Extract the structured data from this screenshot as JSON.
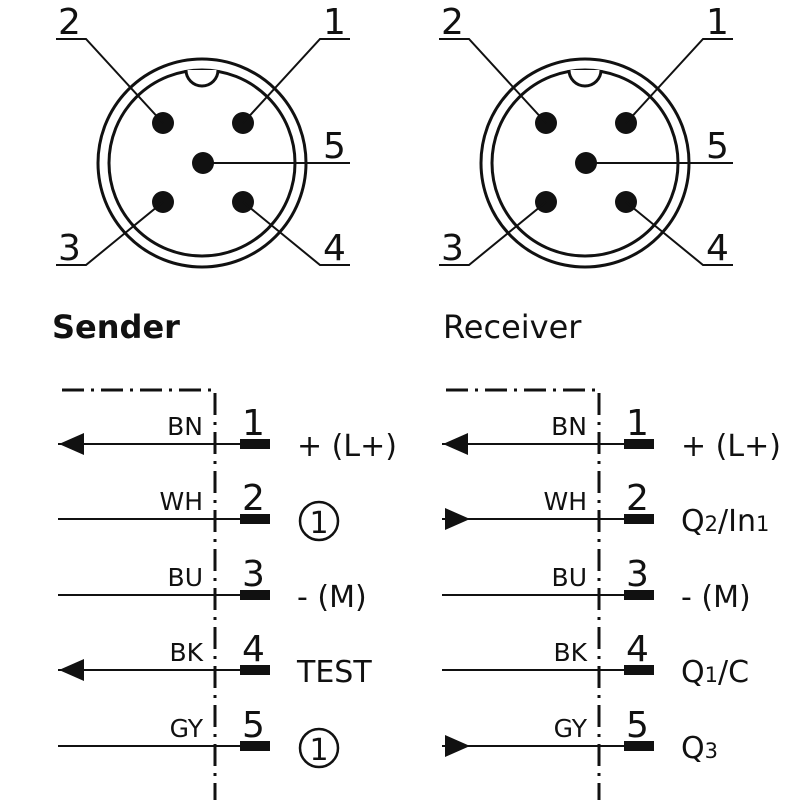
{
  "connectors": [
    {
      "pins": [
        {
          "num": "2"
        },
        {
          "num": "1"
        },
        {
          "num": "5"
        },
        {
          "num": "3"
        },
        {
          "num": "4"
        }
      ]
    },
    {
      "pins": [
        {
          "num": "2"
        },
        {
          "num": "1"
        },
        {
          "num": "5"
        },
        {
          "num": "3"
        },
        {
          "num": "4"
        }
      ]
    }
  ],
  "sender": {
    "title": "Sender",
    "rows": [
      {
        "wire": "BN",
        "pin": "1",
        "arrow": "out",
        "signal": "+ (L+)"
      },
      {
        "wire": "WH",
        "pin": "2",
        "arrow": "none",
        "signal": "①"
      },
      {
        "wire": "BU",
        "pin": "3",
        "arrow": "none",
        "signal": "- (M)"
      },
      {
        "wire": "BK",
        "pin": "4",
        "arrow": "out",
        "signal": "TEST"
      },
      {
        "wire": "GY",
        "pin": "5",
        "arrow": "none",
        "signal": "①"
      }
    ]
  },
  "receiver": {
    "title": "Receiver",
    "rows": [
      {
        "wire": "BN",
        "pin": "1",
        "arrow": "out",
        "signal": "+ (L+)"
      },
      {
        "wire": "WH",
        "pin": "2",
        "arrow": "in",
        "signal_parts": [
          "Q",
          "2",
          "/In",
          "1"
        ]
      },
      {
        "wire": "BU",
        "pin": "3",
        "arrow": "none",
        "signal": "- (M)"
      },
      {
        "wire": "BK",
        "pin": "4",
        "arrow": "none",
        "signal_parts": [
          "Q",
          "1",
          "/C"
        ]
      },
      {
        "wire": "GY",
        "pin": "5",
        "arrow": "in",
        "signal_parts": [
          "Q",
          "3"
        ]
      }
    ]
  }
}
